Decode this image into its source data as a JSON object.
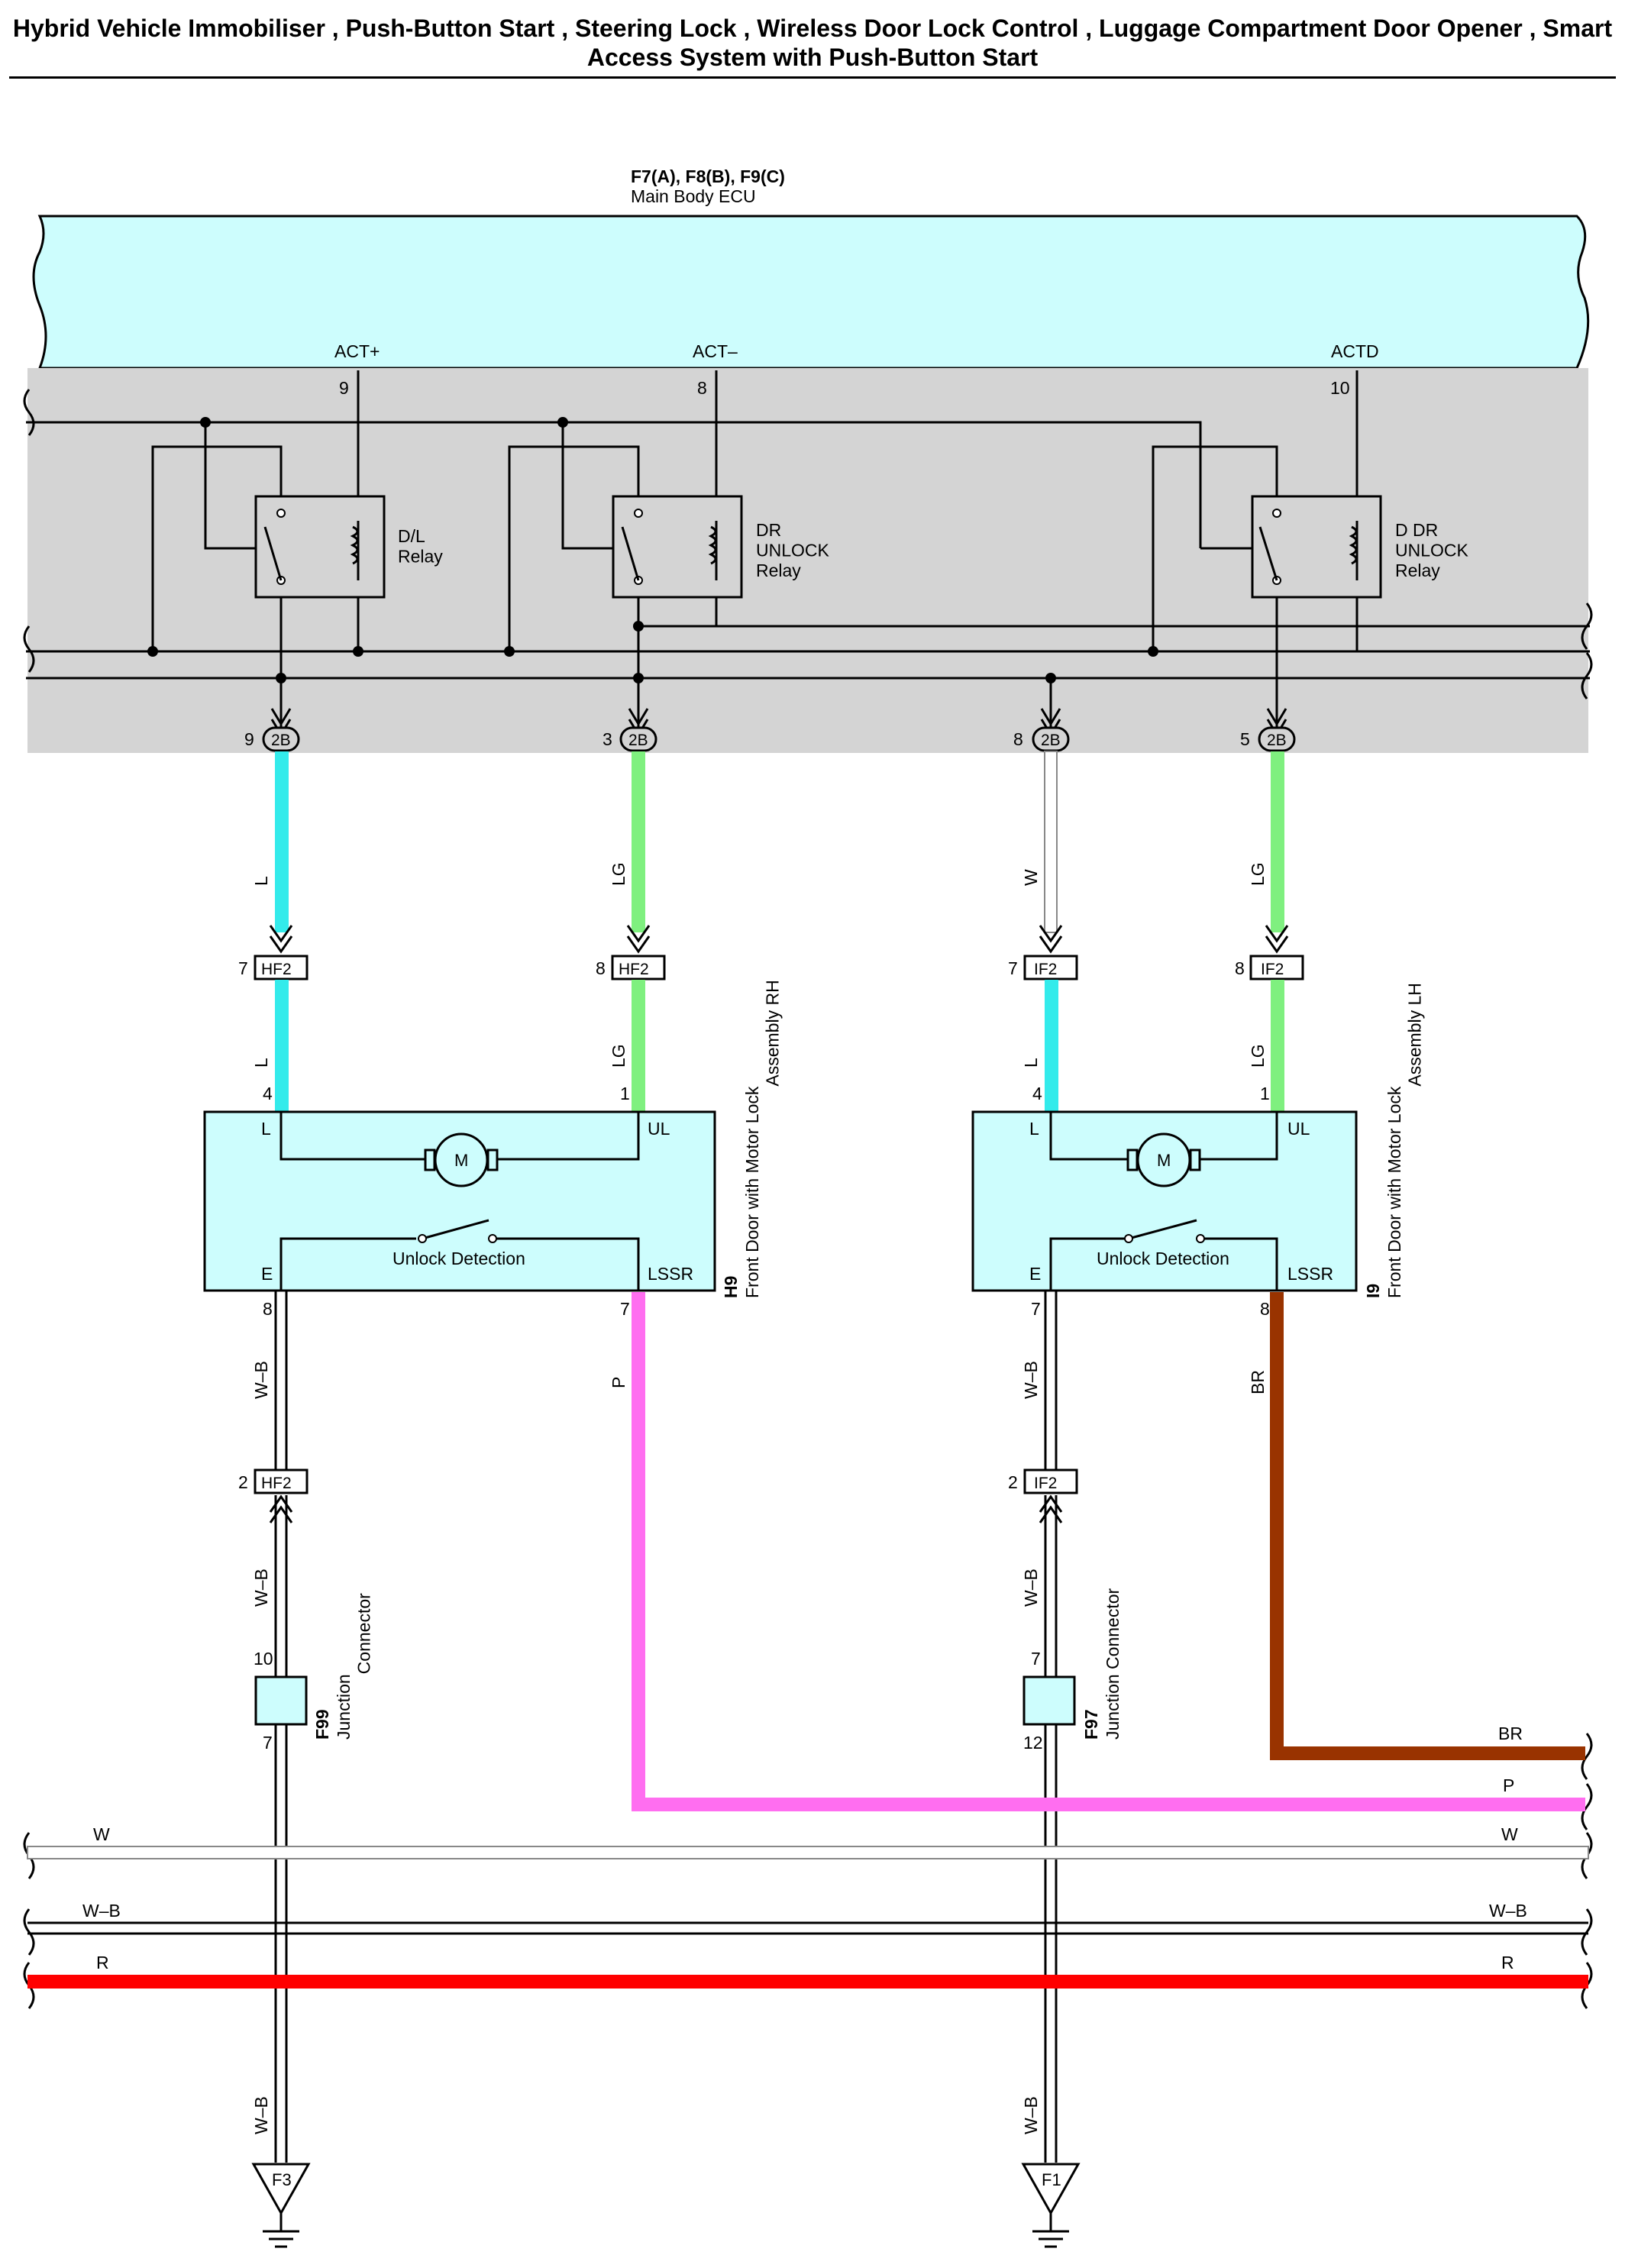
{
  "title": "Hybrid Vehicle Immobiliser , Push-Button Start , Steering Lock , Wireless Door Lock Control , Luggage Compartment Door Opener , Smart Access System with Push-Button Start",
  "colors": {
    "component_fill": "#cdfdfd",
    "shaded_area": "#d4d4d4",
    "L": "#33ebeb",
    "LG": "#7ff07f",
    "W": "#ffffff",
    "P": "#ff6ef0",
    "BR": "#993300",
    "R": "#ff0000",
    "W-B": "#ffffff"
  },
  "ecu": {
    "id": "F7(A), F8(B), F9(C)",
    "name": "Main Body ECU",
    "pins": [
      {
        "name": "ACT+",
        "number": "9"
      },
      {
        "name": "ACT–",
        "number": "8"
      },
      {
        "name": "ACTD",
        "number": "10"
      }
    ],
    "relays": [
      {
        "name": "D/L\nRelay"
      },
      {
        "name": "DR\nUNLOCK\nRelay"
      },
      {
        "name": "D DR\nUNLOCK\nRelay"
      }
    ],
    "connectors": [
      {
        "pin": "9",
        "name": "2B"
      },
      {
        "pin": "3",
        "name": "2B"
      },
      {
        "pin": "8",
        "name": "2B"
      },
      {
        "pin": "5",
        "name": "2B"
      }
    ]
  },
  "wires": {
    "upper": [
      "L",
      "LG",
      "W",
      "LG"
    ],
    "lower": [
      "L",
      "LG",
      "L",
      "LG"
    ],
    "ground": [
      "W–B",
      "W–B",
      "W–B",
      "W–B",
      "W–B",
      "W–B"
    ],
    "signal_p": "P",
    "signal_br": "BR"
  },
  "inline_connectors": [
    {
      "pin": "7",
      "name": "HF2"
    },
    {
      "pin": "8",
      "name": "HF2"
    },
    {
      "pin": "7",
      "name": "IF2"
    },
    {
      "pin": "8",
      "name": "IF2"
    },
    {
      "pin": "2",
      "name": "HF2"
    },
    {
      "pin": "2",
      "name": "IF2"
    }
  ],
  "door_rh": {
    "id": "H9",
    "name": "Front Door with Motor Lock\nAssembly RH",
    "pin_L": "4",
    "pin_UL": "1",
    "pin_E": "8",
    "pin_LSSR": "7",
    "label_L": "L",
    "label_UL": "UL",
    "label_E": "E",
    "label_LSSR": "LSSR",
    "motor": "M",
    "switch_label": "Unlock Detection"
  },
  "door_lh": {
    "id": "I9",
    "name": "Front Door with Motor Lock\nAssembly LH",
    "pin_L": "4",
    "pin_UL": "1",
    "pin_E": "7",
    "pin_LSSR": "8",
    "label_L": "L",
    "label_UL": "UL",
    "label_E": "E",
    "label_LSSR": "LSSR",
    "motor": "M",
    "switch_label": "Unlock Detection"
  },
  "junction_rh": {
    "id": "F99",
    "name": "Junction\nConnector",
    "pin_top": "10",
    "pin_bottom": "7"
  },
  "junction_lh": {
    "id": "F97",
    "name": "Junction Connector",
    "pin_top": "7",
    "pin_bottom": "12"
  },
  "bus": {
    "br_right": "BR",
    "p_right": "P",
    "w_left": "W",
    "w_right": "W",
    "wb_left": "W–B",
    "wb_right": "W–B",
    "r_left": "R",
    "r_right": "R"
  },
  "grounds": [
    {
      "name": "F3"
    },
    {
      "name": "F1"
    }
  ]
}
